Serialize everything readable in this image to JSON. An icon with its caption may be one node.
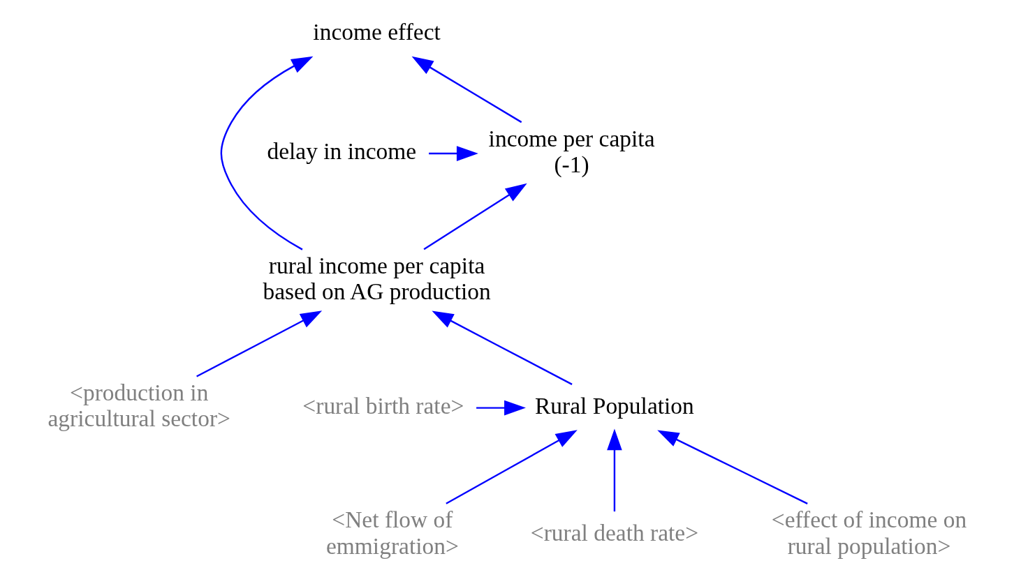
{
  "diagram": {
    "nodes": [
      {
        "text": [
          "income per capita (-1)"
        ]
      },
      {
        "text": [
          "delay in income"
        ]
      },
      {
        "text": [
          "<production in agricultural sector>"
        ]
      },
      {
        "text": [
          "rural income per capita based on AG production"
        ]
      },
      {
        "text": [
          "income effect"
        ]
      },
      {
        "text": [
          "<Net flow of emmigration>"
        ]
      },
      {
        "text": [
          "<rural birth rate>"
        ]
      },
      {
        "text": [
          "Rural Population"
        ]
      },
      {
        "text": [
          "<rural death rate>"
        ]
      },
      {
        "text": [
          "<effect of income on rural population>"
        ]
      }
    ],
    "edges": [
      {
        "from": 1,
        "to": 0,
        "arrow": "to"
      },
      {
        "from": 3,
        "to": 0,
        "arrow": "to"
      },
      {
        "from": 0,
        "to": 4,
        "arrow": "to"
      },
      {
        "from": 2,
        "to": 3,
        "arrow": "to"
      },
      {
        "from": 3,
        "to": 4,
        "arrow": "to"
      },
      {
        "from": 7,
        "to": 3,
        "arrow": "to"
      },
      {
        "from": 5,
        "to": 7,
        "arrow": "to"
      },
      {
        "from": 6,
        "to": 7,
        "arrow": "to"
      },
      {
        "from": 8,
        "to": 7,
        "arrow": "to"
      },
      {
        "from": 9,
        "to": 7,
        "arrow": "to"
      }
    ]
  }
}
